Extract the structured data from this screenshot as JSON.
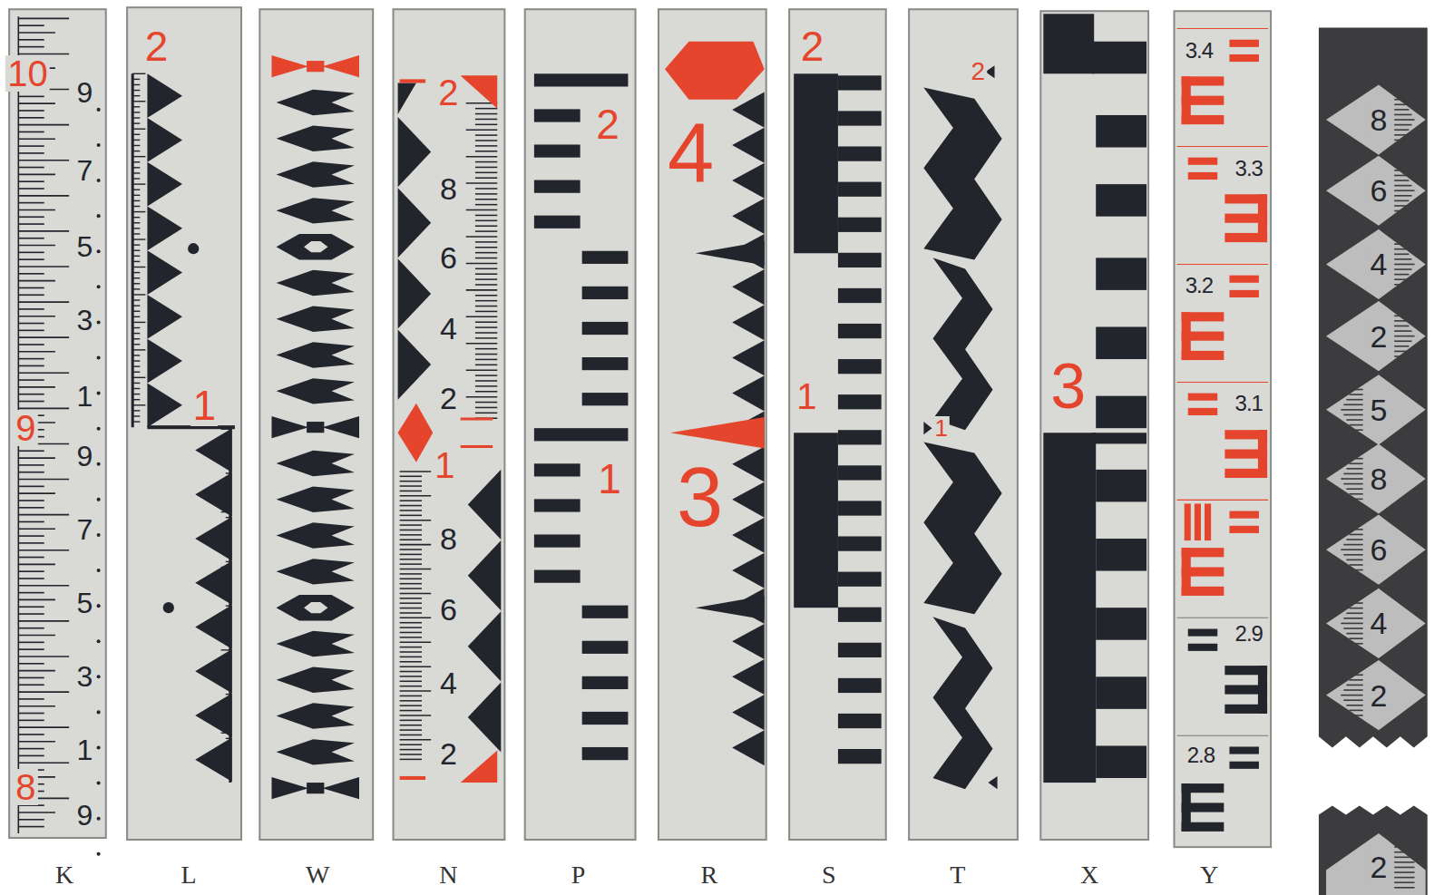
{
  "diagram": {
    "labels": [
      "10",
      "9",
      "7",
      "5",
      "3",
      "1",
      "9",
      "9",
      "7",
      "5",
      "3",
      "1",
      "8",
      "9",
      "2",
      "1",
      "2",
      "8",
      "6",
      "4",
      "2",
      "1",
      "8",
      "6",
      "4",
      "2",
      "2",
      "1",
      "4",
      "3",
      "2",
      "1",
      "2",
      "1",
      "3",
      "3.4",
      "3.3",
      "3.2",
      "3.1",
      "2.9",
      "2.8",
      "8",
      "6",
      "4",
      "2",
      "5",
      "8",
      "6",
      "4",
      "2",
      "2",
      "K",
      "L",
      "W",
      "N",
      "P",
      "R",
      "S",
      "T",
      "X",
      "Y"
    ]
  }
}
